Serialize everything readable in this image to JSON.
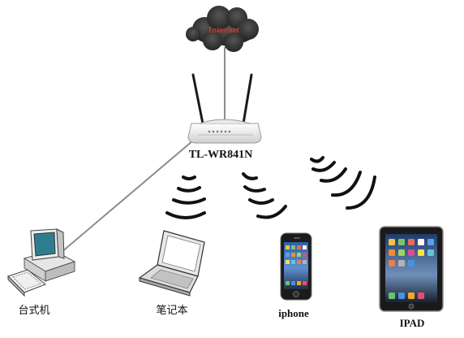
{
  "cloud": {
    "label": "Internet"
  },
  "router": {
    "label": "TL-WR841N"
  },
  "devices": {
    "desktop": {
      "label": "台式机"
    },
    "laptop": {
      "label": "笔记本"
    },
    "phone": {
      "label": "iphone"
    },
    "tablet": {
      "label": "IPAD"
    }
  },
  "colors": {
    "cloud": "#2b2b2b",
    "cloud_text": "#c0392b",
    "cable": "#8c8c8c",
    "wifi": "#111111",
    "router_body": "#f2f2f2"
  }
}
